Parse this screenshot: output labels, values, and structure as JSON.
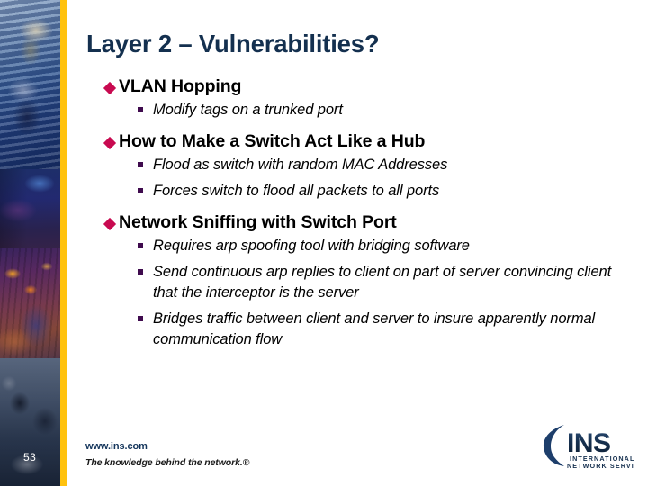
{
  "slide": {
    "title": "Layer 2 – Vulnerabilities?",
    "number": "53",
    "accent_colors": {
      "title_navy": "#14304f",
      "gold_rule": "#FFC20E",
      "diamond_bullet": "#C80A50",
      "square_bullet": "#3F0B4E",
      "body_text": "#000000",
      "footer_navy": "#15365c"
    }
  },
  "body": {
    "blocks": [
      {
        "heading": "VLAN Hopping",
        "subpoints": [
          "Modify tags on a trunked port"
        ]
      },
      {
        "heading": "How to Make a Switch Act Like a Hub",
        "subpoints": [
          "Flood as switch with random MAC Addresses",
          "Forces switch to flood all packets to all ports"
        ]
      },
      {
        "heading": "Network Sniffing with Switch Port",
        "subpoints": [
          "Requires arp spoofing tool with bridging software",
          "Send continuous arp replies to client on part of server convincing client that the interceptor is the server",
          "Bridges traffic between client and server to insure apparently normal communication flow"
        ]
      }
    ]
  },
  "footer": {
    "url": "www.ins.com",
    "tagline": "The knowledge behind the network.®"
  },
  "logo": {
    "wordmark": "INS",
    "line1": "INTERNATIONAL",
    "line2": "NETWORK SERVICES"
  }
}
